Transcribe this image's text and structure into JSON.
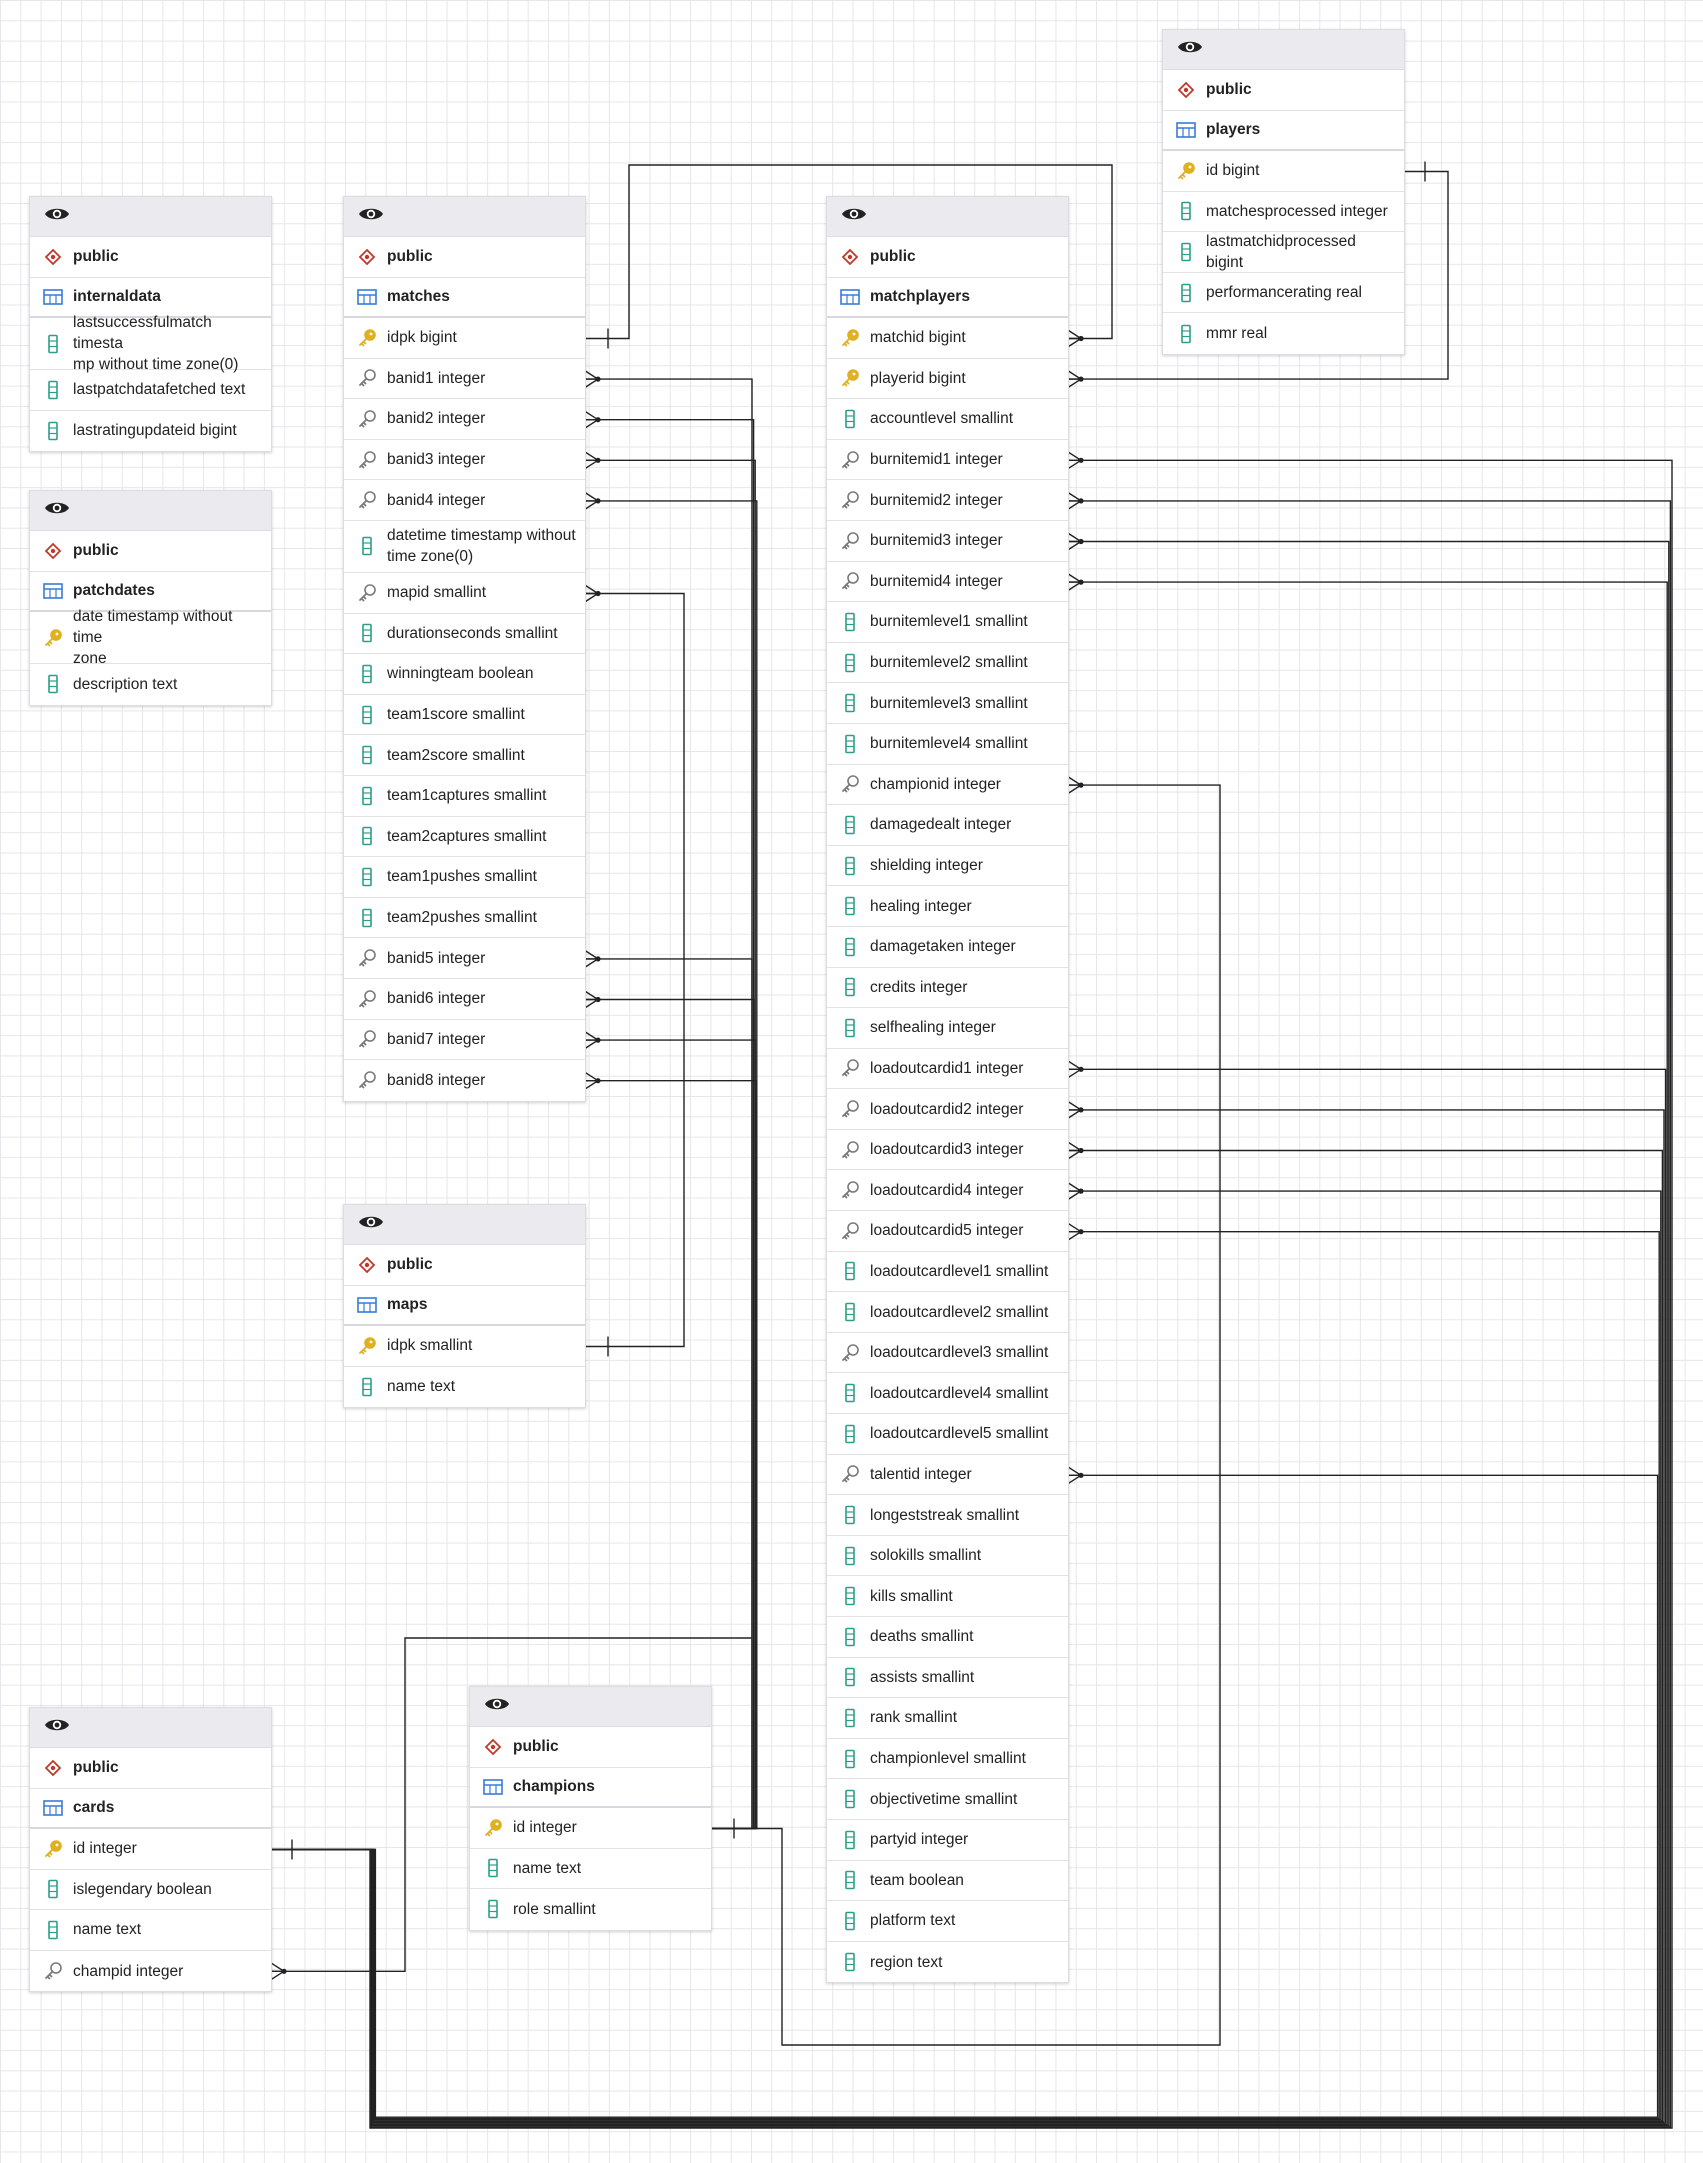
{
  "tables": [
    {
      "id": "internaldata",
      "schema": "public",
      "name": "internaldata",
      "columns": [
        {
          "label": "lastsuccessfulmatch timestamp without time zone(0)",
          "lines": [
            "lastsuccessfulmatch timesta",
            "mp without time zone(0)"
          ],
          "icon": "column"
        },
        {
          "label": "lastpatchdatafetched text",
          "icon": "column"
        },
        {
          "label": "lastratingupdateid bigint",
          "icon": "column"
        }
      ]
    },
    {
      "id": "patchdates",
      "schema": "public",
      "name": "patchdates",
      "columns": [
        {
          "label": "date timestamp without time zone",
          "lines": [
            "date timestamp without time",
            "zone"
          ],
          "icon": "pk"
        },
        {
          "label": "description text",
          "icon": "column"
        }
      ]
    },
    {
      "id": "matches",
      "schema": "public",
      "name": "matches",
      "columns": [
        {
          "label": "idpk bigint",
          "icon": "pk"
        },
        {
          "label": "banid1 integer",
          "icon": "fk"
        },
        {
          "label": "banid2 integer",
          "icon": "fk"
        },
        {
          "label": "banid3 integer",
          "icon": "fk"
        },
        {
          "label": "banid4 integer",
          "icon": "fk"
        },
        {
          "label": "datetime timestamp without time zone(0)",
          "lines": [
            "datetime timestamp without",
            "time zone(0)"
          ],
          "icon": "column"
        },
        {
          "label": "mapid smallint",
          "icon": "fk"
        },
        {
          "label": "durationseconds smallint",
          "icon": "column"
        },
        {
          "label": "winningteam boolean",
          "icon": "column"
        },
        {
          "label": "team1score smallint",
          "icon": "column"
        },
        {
          "label": "team2score smallint",
          "icon": "column"
        },
        {
          "label": "team1captures smallint",
          "icon": "column"
        },
        {
          "label": "team2captures smallint",
          "icon": "column"
        },
        {
          "label": "team1pushes smallint",
          "icon": "column"
        },
        {
          "label": "team2pushes smallint",
          "icon": "column"
        },
        {
          "label": "banid5 integer",
          "icon": "fk"
        },
        {
          "label": "banid6 integer",
          "icon": "fk"
        },
        {
          "label": "banid7 integer",
          "icon": "fk"
        },
        {
          "label": "banid8 integer",
          "icon": "fk"
        }
      ]
    },
    {
      "id": "maps",
      "schema": "public",
      "name": "maps",
      "columns": [
        {
          "label": "idpk smallint",
          "icon": "pk"
        },
        {
          "label": "name text",
          "icon": "column"
        }
      ]
    },
    {
      "id": "matchplayers",
      "schema": "public",
      "name": "matchplayers",
      "columns": [
        {
          "label": "matchid bigint",
          "icon": "pk"
        },
        {
          "label": "playerid bigint",
          "icon": "pk"
        },
        {
          "label": "accountlevel smallint",
          "icon": "column"
        },
        {
          "label": "burnitemid1 integer",
          "icon": "fk"
        },
        {
          "label": "burnitemid2 integer",
          "icon": "fk"
        },
        {
          "label": "burnitemid3 integer",
          "icon": "fk"
        },
        {
          "label": "burnitemid4 integer",
          "icon": "fk"
        },
        {
          "label": "burnitemlevel1 smallint",
          "icon": "column"
        },
        {
          "label": "burnitemlevel2 smallint",
          "icon": "column"
        },
        {
          "label": "burnitemlevel3 smallint",
          "icon": "column"
        },
        {
          "label": "burnitemlevel4 smallint",
          "icon": "column"
        },
        {
          "label": "championid integer",
          "icon": "fk"
        },
        {
          "label": "damagedealt integer",
          "icon": "column"
        },
        {
          "label": "shielding integer",
          "icon": "column"
        },
        {
          "label": "healing integer",
          "icon": "column"
        },
        {
          "label": "damagetaken integer",
          "icon": "column"
        },
        {
          "label": "credits integer",
          "icon": "column"
        },
        {
          "label": "selfhealing integer",
          "icon": "column"
        },
        {
          "label": "loadoutcardid1 integer",
          "icon": "fk"
        },
        {
          "label": "loadoutcardid2 integer",
          "icon": "fk"
        },
        {
          "label": "loadoutcardid3 integer",
          "icon": "fk"
        },
        {
          "label": "loadoutcardid4 integer",
          "icon": "fk"
        },
        {
          "label": "loadoutcardid5 integer",
          "icon": "fk"
        },
        {
          "label": "loadoutcardlevel1 smallint",
          "icon": "column"
        },
        {
          "label": "loadoutcardlevel2 smallint",
          "icon": "column"
        },
        {
          "label": "loadoutcardlevel3 smallint",
          "icon": "fk"
        },
        {
          "label": "loadoutcardlevel4 smallint",
          "icon": "column"
        },
        {
          "label": "loadoutcardlevel5 smallint",
          "icon": "column"
        },
        {
          "label": "talentid integer",
          "icon": "fk"
        },
        {
          "label": "longeststreak smallint",
          "icon": "column"
        },
        {
          "label": "solokills smallint",
          "icon": "column"
        },
        {
          "label": "kills smallint",
          "icon": "column"
        },
        {
          "label": "deaths smallint",
          "icon": "column"
        },
        {
          "label": "assists smallint",
          "icon": "column"
        },
        {
          "label": "rank smallint",
          "icon": "column"
        },
        {
          "label": "championlevel smallint",
          "icon": "column"
        },
        {
          "label": "objectivetime smallint",
          "icon": "column"
        },
        {
          "label": "partyid integer",
          "icon": "column"
        },
        {
          "label": "team boolean",
          "icon": "column"
        },
        {
          "label": "platform text",
          "icon": "column"
        },
        {
          "label": "region text",
          "icon": "column"
        }
      ]
    },
    {
      "id": "players",
      "schema": "public",
      "name": "players",
      "columns": [
        {
          "label": "id bigint",
          "icon": "pk"
        },
        {
          "label": "matchesprocessed integer",
          "icon": "column"
        },
        {
          "label": "lastmatchidprocessed bigint",
          "icon": "column"
        },
        {
          "label": "performancerating real",
          "icon": "column"
        },
        {
          "label": "mmr real",
          "icon": "column"
        }
      ]
    },
    {
      "id": "cards",
      "schema": "public",
      "name": "cards",
      "columns": [
        {
          "label": "id integer",
          "icon": "pk"
        },
        {
          "label": "islegendary boolean",
          "icon": "column"
        },
        {
          "label": "name text",
          "icon": "column"
        },
        {
          "label": "champid integer",
          "icon": "fk"
        }
      ]
    },
    {
      "id": "champions",
      "schema": "public",
      "name": "champions",
      "columns": [
        {
          "label": "id integer",
          "icon": "pk"
        },
        {
          "label": "name text",
          "icon": "column"
        },
        {
          "label": "role smallint",
          "icon": "column"
        }
      ]
    }
  ],
  "relations": [
    {
      "from": "matchplayers",
      "from_col": "matchid bigint",
      "to": "matches",
      "to_col": "idpk bigint"
    },
    {
      "from": "matchplayers",
      "from_col": "playerid bigint",
      "to": "players",
      "to_col": "id bigint"
    },
    {
      "from": "matches",
      "from_col": "mapid smallint",
      "to": "maps",
      "to_col": "idpk smallint"
    },
    {
      "from": "matches",
      "from_col": "banid1 integer",
      "to": "champions",
      "to_col": "id integer"
    },
    {
      "from": "matches",
      "from_col": "banid2 integer",
      "to": "champions",
      "to_col": "id integer"
    },
    {
      "from": "matches",
      "from_col": "banid3 integer",
      "to": "champions",
      "to_col": "id integer"
    },
    {
      "from": "matches",
      "from_col": "banid4 integer",
      "to": "champions",
      "to_col": "id integer"
    },
    {
      "from": "matches",
      "from_col": "banid5 integer",
      "to": "champions",
      "to_col": "id integer"
    },
    {
      "from": "matches",
      "from_col": "banid6 integer",
      "to": "champions",
      "to_col": "id integer"
    },
    {
      "from": "matches",
      "from_col": "banid7 integer",
      "to": "champions",
      "to_col": "id integer"
    },
    {
      "from": "matches",
      "from_col": "banid8 integer",
      "to": "champions",
      "to_col": "id integer"
    },
    {
      "from": "cards",
      "from_col": "champid integer",
      "to": "champions",
      "to_col": "id integer"
    },
    {
      "from": "matchplayers",
      "from_col": "championid integer",
      "to": "champions",
      "to_col": "id integer"
    },
    {
      "from": "matchplayers",
      "from_col": "burnitemid1 integer",
      "to": "cards",
      "to_col": "id integer"
    },
    {
      "from": "matchplayers",
      "from_col": "burnitemid2 integer",
      "to": "cards",
      "to_col": "id integer"
    },
    {
      "from": "matchplayers",
      "from_col": "burnitemid3 integer",
      "to": "cards",
      "to_col": "id integer"
    },
    {
      "from": "matchplayers",
      "from_col": "burnitemid4 integer",
      "to": "cards",
      "to_col": "id integer"
    },
    {
      "from": "matchplayers",
      "from_col": "loadoutcardid1 integer",
      "to": "cards",
      "to_col": "id integer"
    },
    {
      "from": "matchplayers",
      "from_col": "loadoutcardid2 integer",
      "to": "cards",
      "to_col": "id integer"
    },
    {
      "from": "matchplayers",
      "from_col": "loadoutcardid3 integer",
      "to": "cards",
      "to_col": "id integer"
    },
    {
      "from": "matchplayers",
      "from_col": "loadoutcardid4 integer",
      "to": "cards",
      "to_col": "id integer"
    },
    {
      "from": "matchplayers",
      "from_col": "loadoutcardid5 integer",
      "to": "cards",
      "to_col": "id integer"
    },
    {
      "from": "matchplayers",
      "from_col": "talentid integer",
      "to": "cards",
      "to_col": "id integer"
    }
  ],
  "colors": {
    "schema_icon": "#c0392b",
    "table_icon": "#3a7bd5",
    "pk_icon": "#e0b020",
    "fk_icon": "#7a7a7a",
    "column_icon": "#2e9e8a",
    "line": "#222222"
  }
}
